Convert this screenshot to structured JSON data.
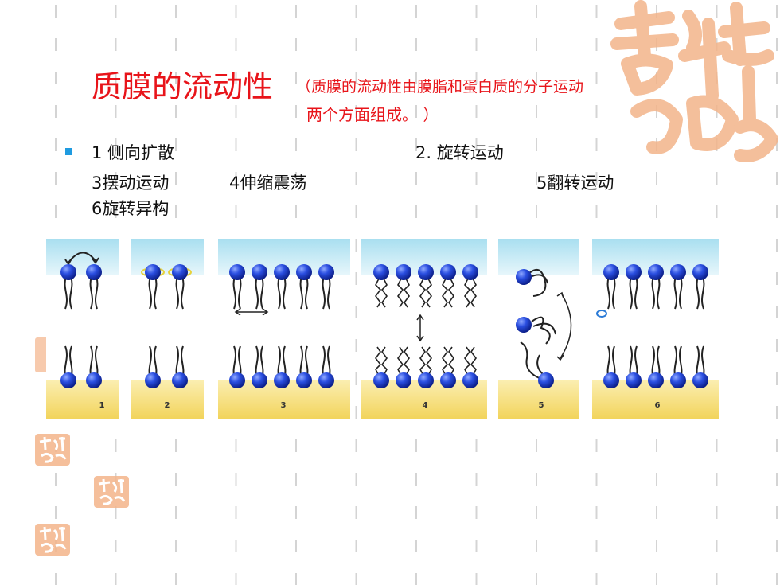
{
  "title": {
    "main": "质膜的流动性",
    "sub_line1": "（质膜的流动性由膜脂和蛋白质的分子运动",
    "sub_line2": "两个方面组成。 ）"
  },
  "items": {
    "item1": "1 侧向扩散",
    "item2": "2. 旋转运动",
    "item3": "3摆动运动",
    "item4": "4伸缩震荡",
    "item5": "5翻转运动",
    "item6": "6旋转异构"
  },
  "figure": {
    "panel_labels": [
      "1",
      "2",
      "3",
      "4",
      "5",
      "6"
    ]
  },
  "colors": {
    "title": "#e8141a",
    "bullet": "#1f9be0",
    "top_water": "#bfe7f2",
    "bottom_water": "#f6df74",
    "head": "#1a3cc8",
    "seal": "#f3b48a"
  }
}
